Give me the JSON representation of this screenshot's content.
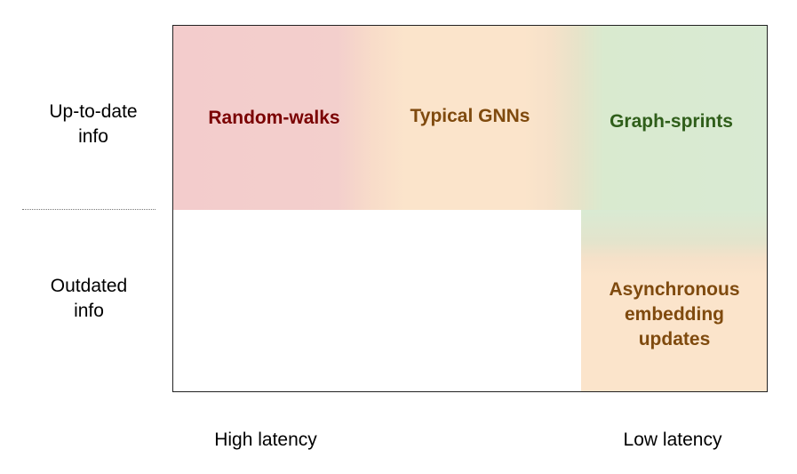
{
  "row_labels": {
    "top_line1": "Up-to-date",
    "top_line2": "info",
    "bottom_line1": "Outdated",
    "bottom_line2": "info"
  },
  "column_labels": {
    "left": "High latency",
    "right": "Low latency"
  },
  "cells": {
    "random_walks": {
      "label": "Random-walks",
      "color": "#7a0000"
    },
    "typical_gnns": {
      "label": "Typical GNNs",
      "color": "#7f4a0e"
    },
    "graph_sprints": {
      "label": "Graph-sprints",
      "color": "#2f5e1a"
    },
    "async_updates": {
      "line1": "Asynchronous",
      "line2": "embedding",
      "line3": "updates",
      "color": "#7f4a0e"
    }
  },
  "colors": {
    "red_fill": "#f3cccc",
    "orange_fill": "#fbe4cb",
    "green_fill": "#d9ead3"
  }
}
